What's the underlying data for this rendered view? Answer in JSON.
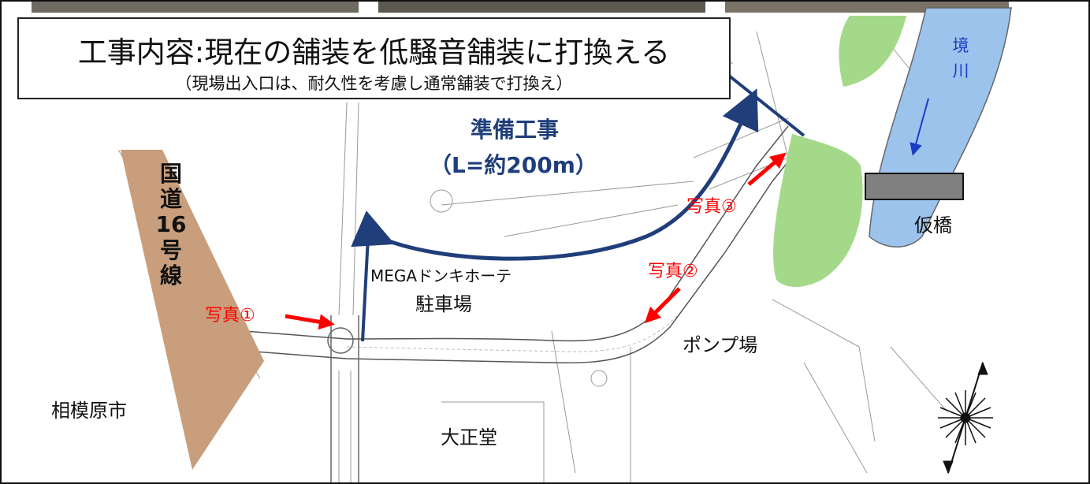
{
  "title": {
    "main": "工事内容:現在の舗装を低騒音舗装に打換える",
    "sub": "（現場出入口は、耐久性を考慮し通常舗装で打換え）"
  },
  "labels": {
    "national_route": [
      "国",
      "道",
      "16",
      "号",
      "線"
    ],
    "river": [
      "境",
      "川"
    ],
    "prep_work_title": "準備工事",
    "prep_work_length": "（L=約200m）",
    "photo1": "写真①",
    "photo2": "写真②",
    "photo3": "写真③",
    "temporary_bridge": "仮橋",
    "parking_line1": "MEGAドンキホーテ",
    "parking_line2": "駐車場",
    "pump_station": "ポンプ場",
    "city": "相模原市",
    "taishodo": "大正堂"
  },
  "colors": {
    "navy": "#1f3e7a",
    "red": "#ff0000",
    "route_band": "#c89e7c",
    "river": "#9cc3ec",
    "green": "#a5d98a",
    "bridge": "#808080"
  }
}
